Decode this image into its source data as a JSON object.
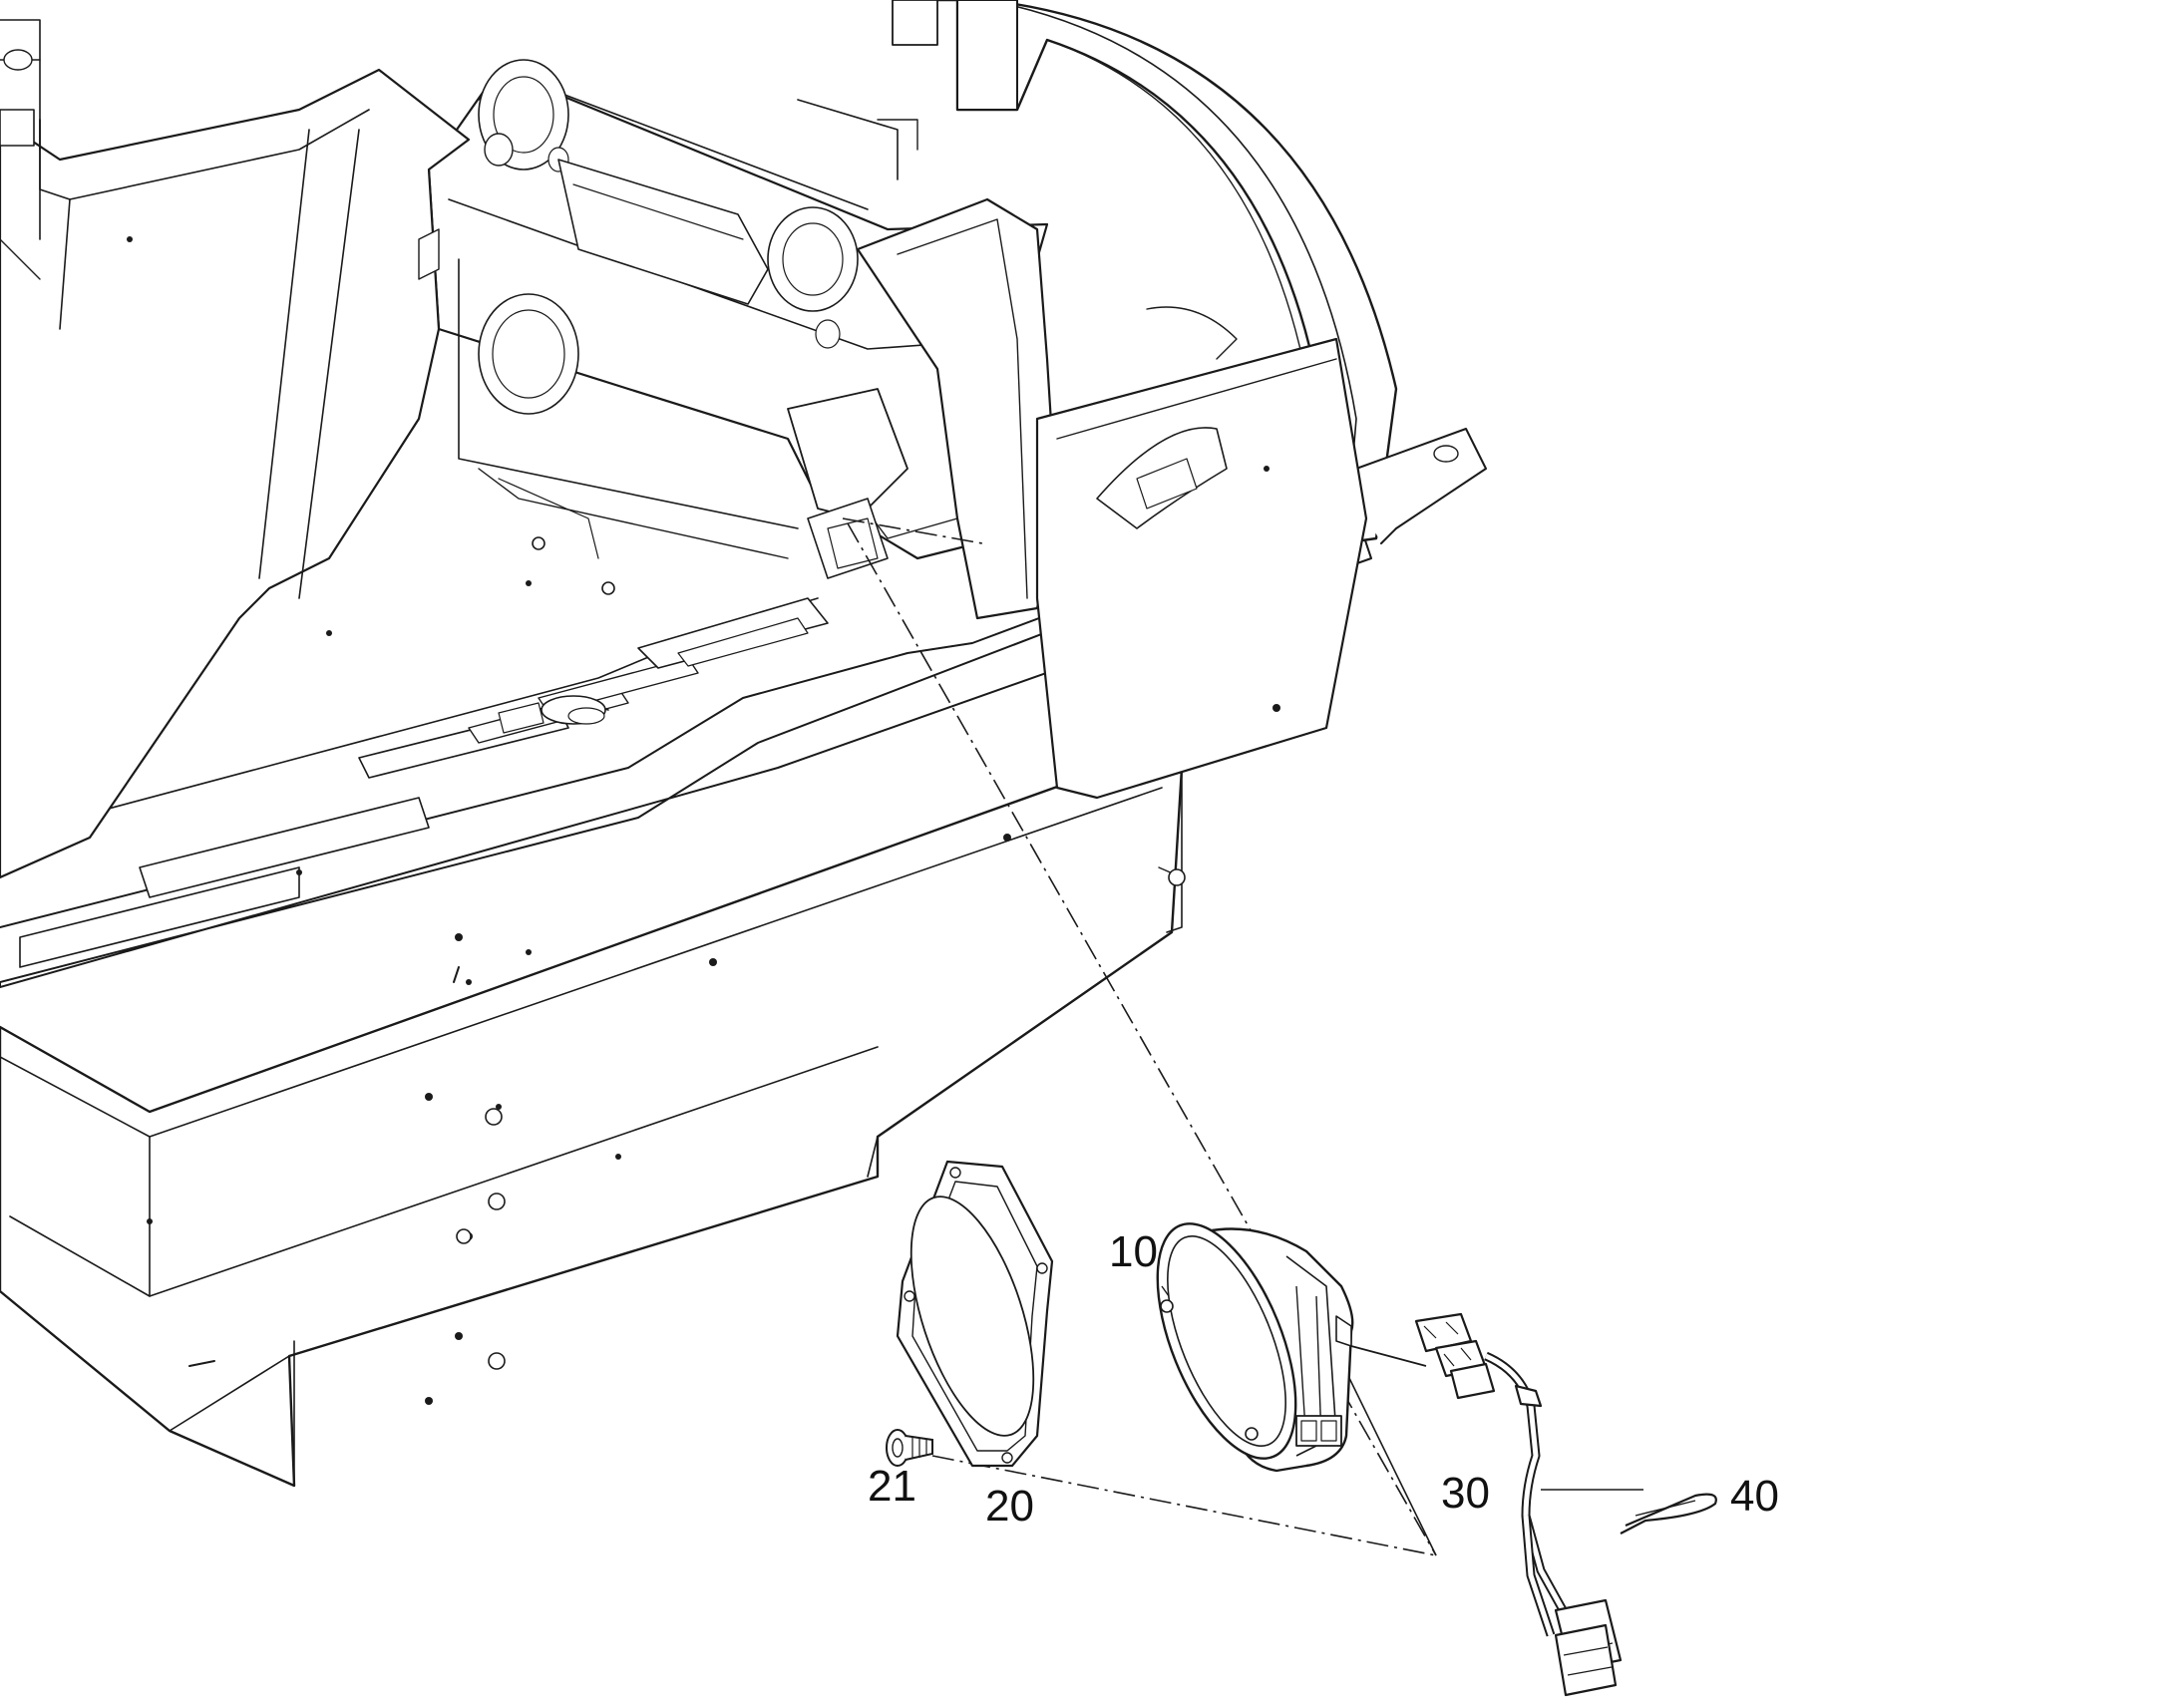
{
  "callouts": {
    "part_10": "10",
    "part_20": "20",
    "part_21": "21",
    "part_30": "30",
    "part_40": "40"
  },
  "colors": {
    "line": "#1a1a1a",
    "light_line": "#555555",
    "fill": "#ffffff",
    "background": "#ffffff"
  }
}
